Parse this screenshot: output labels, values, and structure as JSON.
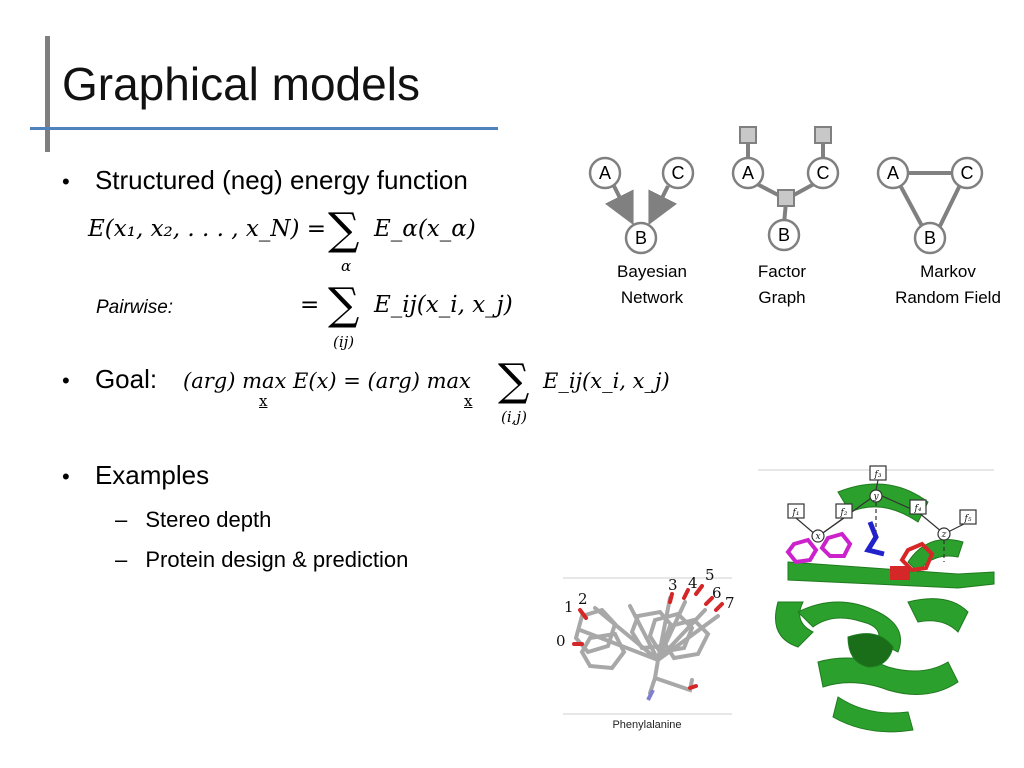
{
  "slide": {
    "title": "Graphical models"
  },
  "bullets": {
    "b1": "Structured (neg) energy function",
    "b2": "Goal:",
    "b3": "Examples",
    "sub1": "Stereo depth",
    "sub2": "Protein design & prediction",
    "bullet_char": "•",
    "dash_char": "–"
  },
  "equations": {
    "eq1_lhs": "E(x₁, x₂, . . . , x_N) =",
    "eq1_sum_sub": "α",
    "eq1_rhs": "E_α(x_α)",
    "pairwise_label": "Pairwise:",
    "eq2_eq": "=",
    "eq2_sum_sub": "(ij)",
    "eq2_rhs": "E_ij(x_i, x_j)",
    "goal_part1": "(arg) max E(x) = (arg) max",
    "goal_sum_sub": "(i,j)",
    "goal_rhs": "E_ij(x_i, x_j)",
    "goal_max_sub": "x"
  },
  "graphs": [
    {
      "nodes": [
        "A",
        "C",
        "B"
      ],
      "caption_line1": "Bayesian",
      "caption_line2": "Network"
    },
    {
      "nodes": [
        "A",
        "C",
        "B"
      ],
      "caption_line1": "Factor",
      "caption_line2": "Graph"
    },
    {
      "nodes": [
        "A",
        "C",
        "B"
      ],
      "caption_line1": "Markov",
      "caption_line2": "Random Field"
    }
  ],
  "phenylalanine": {
    "caption": "Phenylalanine",
    "rotamer_labels": [
      "0",
      "1",
      "2",
      "3",
      "4",
      "5",
      "6",
      "7"
    ]
  },
  "protein": {
    "factor_labels": [
      "f₁",
      "f₂",
      "f₃",
      "f₄",
      "f₅"
    ],
    "variable_labels": [
      "x",
      "y",
      "z"
    ]
  },
  "colors": {
    "title_rule": "#4f81bd",
    "side_bar": "#7f7f7f",
    "node_stroke": "#808080",
    "factor_fill": "#c8c8c8",
    "protein_green": "#2ca02c",
    "rotamer_red": "#d62728"
  }
}
